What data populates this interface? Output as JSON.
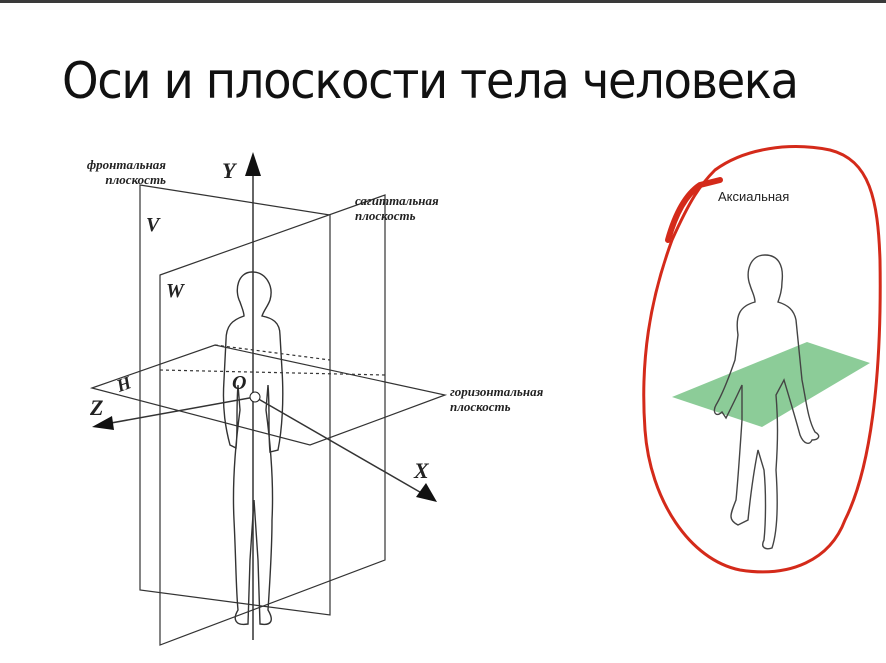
{
  "slide": {
    "title": "Оси и плоскости тела человека"
  },
  "left_diagram": {
    "frontal_plane": "фронтальная плоскость",
    "sagittal_plane": "сагиттальная плоскость",
    "horizontal_plane": "горизонтальная плоскость",
    "axis_y": "Y",
    "axis_x": "X",
    "axis_z": "Z",
    "origin": "O",
    "plane_v": "V",
    "plane_w": "W",
    "plane_h": "H"
  },
  "right_diagram": {
    "label": "Аксиальная",
    "plane_color": "#6fbf7e",
    "annotation_color": "#d42a1a"
  }
}
